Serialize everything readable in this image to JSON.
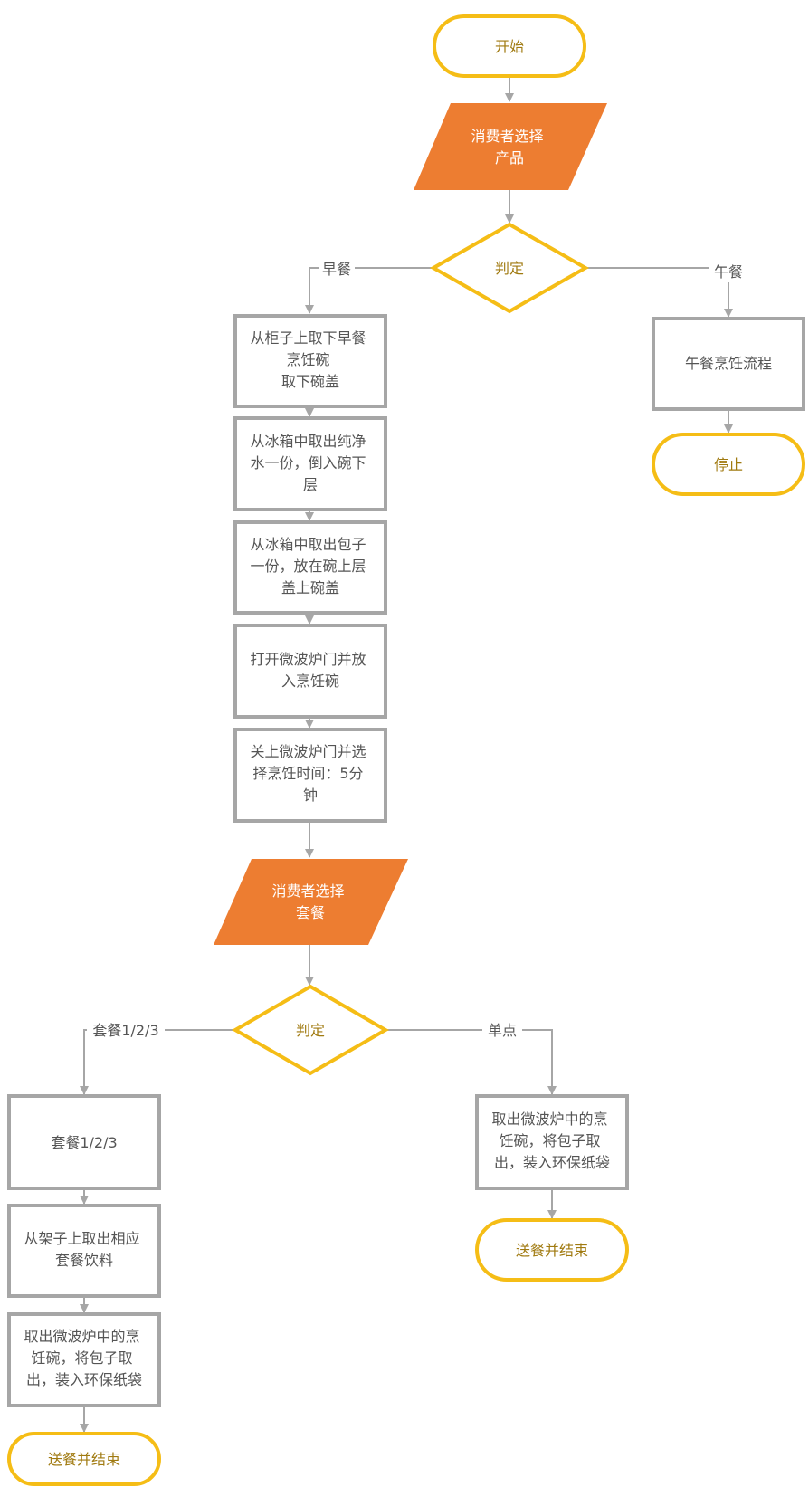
{
  "colors": {
    "terminal_stroke": "#f5bd16",
    "terminal_text": "#a07a10",
    "io_fill": "#ed7d31",
    "decision_stroke": "#f5bd16",
    "process_stroke": "#a6a6a6",
    "arrow": "#a6a6a6",
    "text": "#555555"
  },
  "nodes": {
    "start": "开始",
    "select_product": [
      "消费者选择",
      "产品"
    ],
    "decide_1": "判定",
    "b1": [
      "从柜子上取下早餐",
      "烹饪碗",
      "取下碗盖"
    ],
    "b2": [
      "从冰箱中取出纯净",
      "水一份，倒入碗下",
      "层"
    ],
    "b3": [
      "从冰箱中取出包子",
      "一份，放在碗上层",
      "盖上碗盖"
    ],
    "b4": [
      "打开微波炉门并放",
      "入烹饪碗"
    ],
    "b5": [
      "关上微波炉门并选",
      "择烹饪时间：5分",
      "钟"
    ],
    "lunch": "午餐烹饪流程",
    "stop": "停止",
    "select_set": [
      "消费者选择",
      "套餐"
    ],
    "decide_2": "判定",
    "set_box": "套餐1/2/3",
    "drink": [
      "从架子上取出相应",
      "套餐饮料"
    ],
    "takeout_left": [
      "取出微波炉中的烹",
      "饪碗，将包子取",
      "出，装入环保纸袋"
    ],
    "end_left": "送餐并结束",
    "takeout_right": [
      "取出微波炉中的烹",
      "饪碗，将包子取",
      "出，装入环保纸袋"
    ],
    "end_right": "送餐并结束"
  },
  "edge_labels": {
    "breakfast": "早餐",
    "lunch": "午餐",
    "set": "套餐1/2/3",
    "single": "单点"
  }
}
